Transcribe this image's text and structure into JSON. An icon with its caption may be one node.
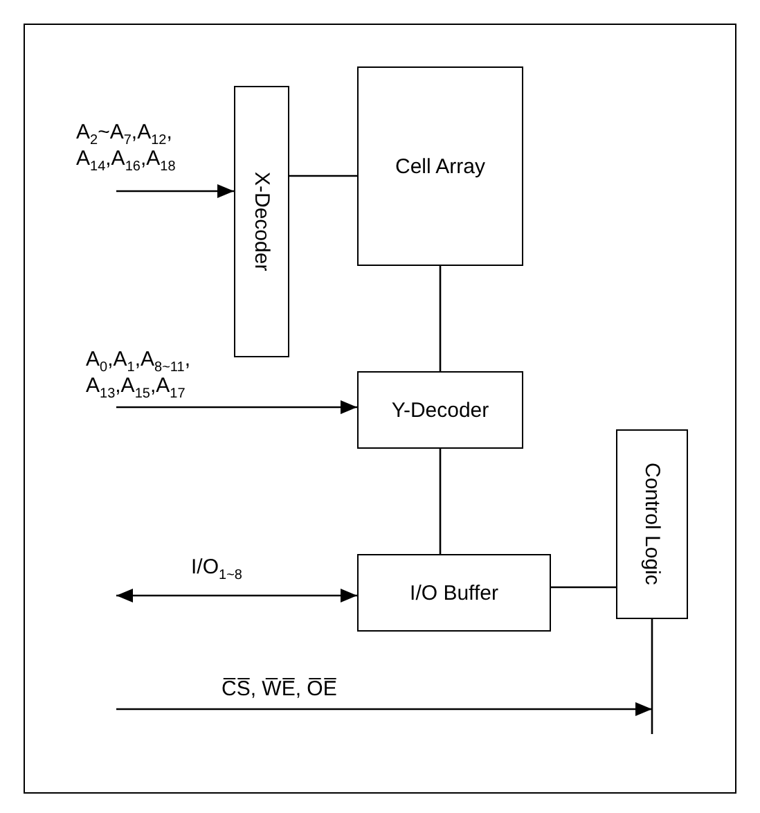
{
  "diagram": {
    "nodes": [
      {
        "text": [
          "Cell Array"
        ]
      },
      {
        "text": [
          "X-Decoder"
        ]
      },
      {
        "text": [
          "Y-Decoder"
        ]
      },
      {
        "text": [
          "Control Logic"
        ]
      },
      {
        "text": [
          "I/O Buffer"
        ]
      }
    ],
    "edges": [
      {
        "from": null,
        "to": 1,
        "arrow": "to",
        "label": "A$_{2}$~A$_{7}$,A$_{12}$, A$_{14}$,A$_{16}$,A$_{18}$"
      },
      {
        "from": 1,
        "to": 0,
        "arrow": "none"
      },
      {
        "from": 0,
        "to": 2,
        "arrow": "none"
      },
      {
        "from": null,
        "to": 2,
        "arrow": "to",
        "label": "A$_{0}$,A$_{1}$,A$_{8~11}$, A$_{13}$,A$_{15}$,A$_{17}$"
      },
      {
        "from": 2,
        "to": 4,
        "arrow": "none"
      },
      {
        "from": null,
        "to": 4,
        "arrow": "both",
        "label": "I/O$_{1~8}$"
      },
      {
        "from": 4,
        "to": 3,
        "arrow": "none"
      },
      {
        "from": null,
        "to": 3,
        "arrow": "to",
        "label": "C̅S̅, W̅E̅, O̅E̅"
      }
    ]
  }
}
